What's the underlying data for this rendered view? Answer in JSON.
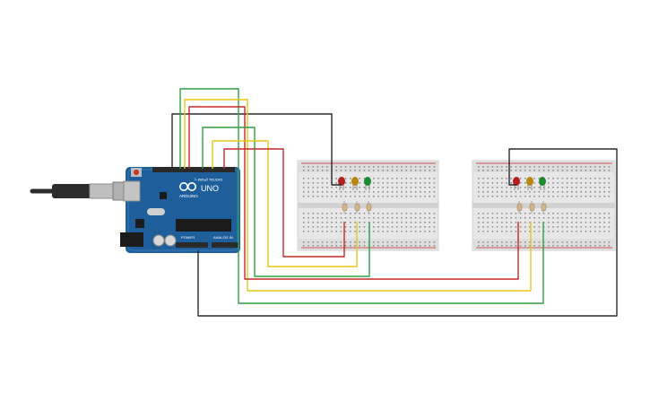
{
  "canvas": {
    "background": "#ffffff"
  },
  "arduino": {
    "brand": "ARDUINO",
    "model": "UNO",
    "digital_header": "DIGITAL (PWM~)",
    "power_label": "POWER",
    "analog_label": "ANALOG IN",
    "board_color": "#1e5f9b",
    "usb_cable_color": "#2b2b2b"
  },
  "breadboards": [
    {
      "name": "left",
      "leds": [
        "red",
        "yellow",
        "green"
      ],
      "resistors": 3
    },
    {
      "name": "right",
      "leds": [
        "red",
        "yellow",
        "green"
      ],
      "resistors": 3
    }
  ],
  "wire_colors": {
    "ground": "#2b2b2b",
    "red": "#c62828",
    "yellow": "#e6c619",
    "green": "#2ea043"
  },
  "led_colors": {
    "red": "#b71c1c",
    "yellow": "#b8860b",
    "green": "#1b8a2f"
  }
}
